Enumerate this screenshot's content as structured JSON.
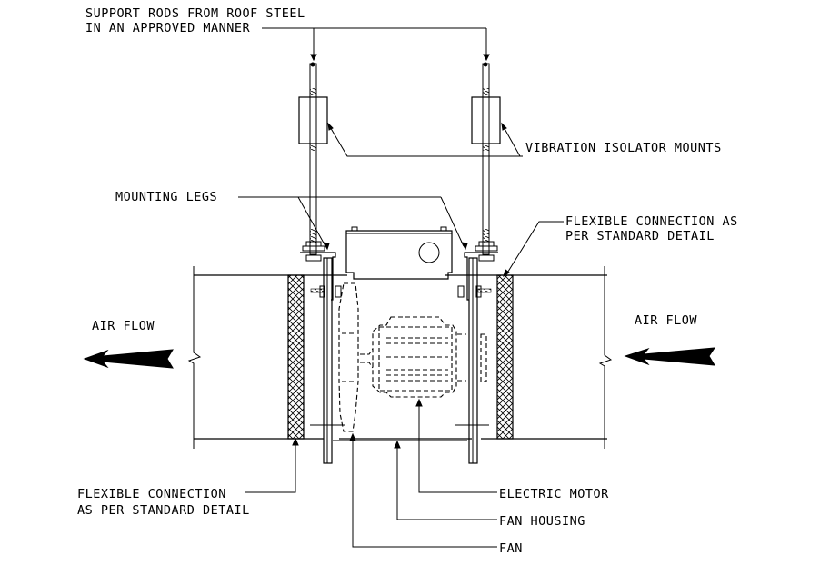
{
  "diagram": {
    "title": "Inline duct fan installation detail",
    "labels": {
      "support_rods_line1": "SUPPORT RODS FROM ROOF STEEL",
      "support_rods_line2": "IN AN APPROVED MANNER",
      "vibration_isolator": "VIBRATION ISOLATOR MOUNTS",
      "mounting_legs": "MOUNTING LEGS",
      "flex_conn_right_line1": "FLEXIBLE CONNECTION AS",
      "flex_conn_right_line2": "PER STANDARD DETAIL",
      "air_flow_left": "AIR FLOW",
      "air_flow_right": "AIR FLOW",
      "flex_conn_left_line1": "FLEXIBLE CONNECTION",
      "flex_conn_left_line2": "AS PER STANDARD DETAIL",
      "electric_motor": "ELECTRIC MOTOR",
      "fan_housing": "FAN HOUSING",
      "fan": "FAN"
    },
    "air_flow_direction": "right-to-left"
  }
}
